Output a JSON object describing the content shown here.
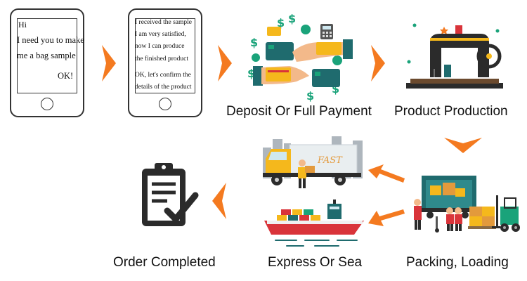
{
  "phone1": {
    "greeting": "Hi",
    "line1": "I need you to make",
    "line2": "me a bag sample",
    "reply": "OK!"
  },
  "phone2": {
    "line1": "I received the sample",
    "line2": "I am very satisfied,",
    "line3": "now I can produce",
    "line4": "the finished product",
    "line5": "OK, let's confirm the",
    "line6": "details of the product"
  },
  "steps": {
    "deposit": "Deposit Or Full Payment",
    "production": "Product Production",
    "packing": "Packing, Loading",
    "express": "Express Or Sea",
    "completed": "Order Completed"
  },
  "truck_text": "FAST",
  "colors": {
    "arrow": "#f47a20",
    "teal": "#1f6b6e",
    "money_green": "#1aa37a",
    "yellow": "#f5b81c",
    "dark": "#2b2b2b",
    "ship_red": "#d9343a"
  },
  "icons": [
    "dollar-icon",
    "calculator-icon",
    "clipboard-check-icon",
    "sewing-machine-icon",
    "truck-icon",
    "ship-icon",
    "forklift-icon"
  ]
}
